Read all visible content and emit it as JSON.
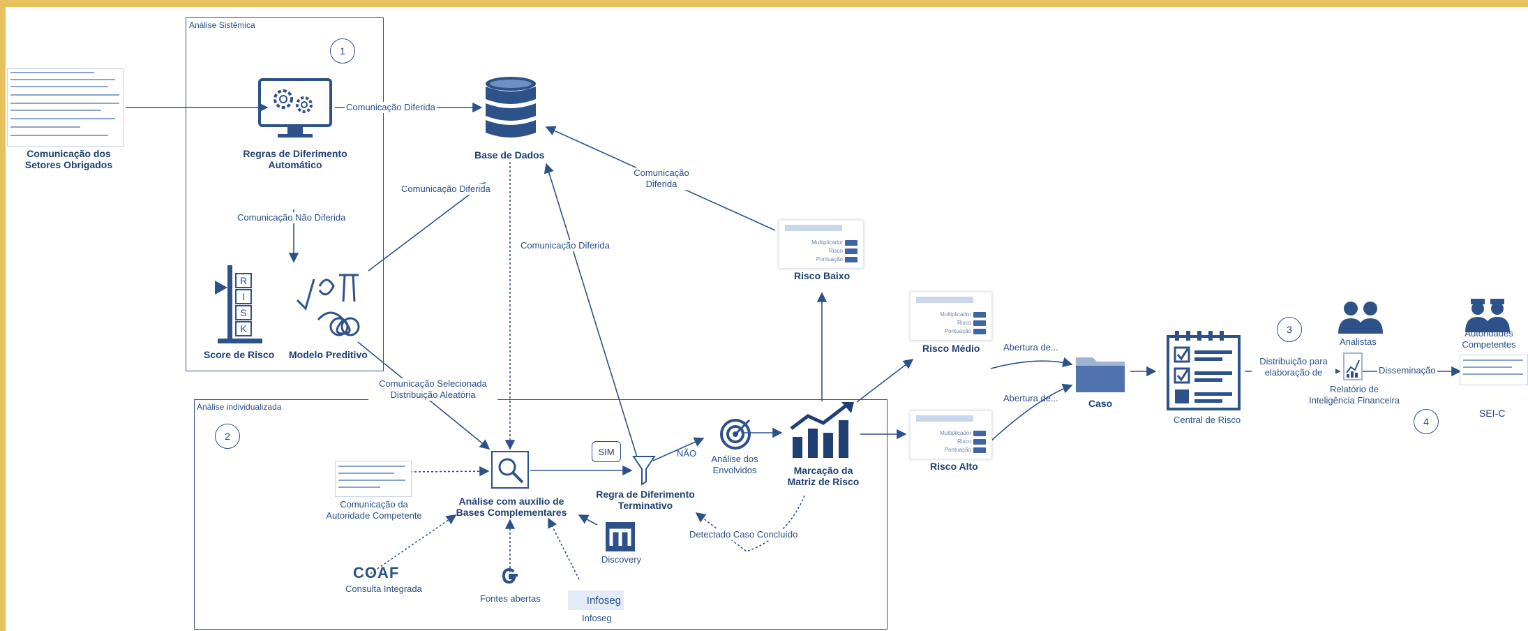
{
  "diagram": {
    "sections": {
      "sistemica_title": "Análise Sistêmica",
      "individualizada_title": "Análise individualizada"
    },
    "steps": [
      "1",
      "2",
      "3",
      "4"
    ],
    "nodes": {
      "comunicacao_setores": [
        "Comunicação dos",
        "Setores Obrigados"
      ],
      "regras_automatico": [
        "Regras de Diferimento",
        "Automático"
      ],
      "base_dados": "Base de Dados",
      "score_risco": "Score de Risco",
      "modelo_preditivo": "Modelo Preditivo",
      "risco_baixo": "Risco Baixo",
      "risco_medio": "Risco Médio",
      "risco_alto": "Risco Alto",
      "analise_bases": [
        "Análise com auxílio de",
        "Bases Complementares"
      ],
      "regra_terminativo": [
        "Regra de Diferimento",
        "Terminativo"
      ],
      "analise_envolvidos": [
        "Análise dos",
        "Envolvidos"
      ],
      "marcacao_matriz": [
        "Marcação da",
        "Matriz de Risco"
      ],
      "caso": "Caso",
      "central_risco": "Central de Risco",
      "analistas": "Analistas",
      "relatorio": [
        "Relatório de",
        "Inteligência Financeira"
      ],
      "autoridades": [
        "Autoridades",
        "Competentes"
      ],
      "sei_c": "SEI-C",
      "comunicacao_autoridade": [
        "Comunicação da",
        "Autoridade Competente"
      ],
      "coaf_logo": "COAF",
      "consulta_integrada": "Consulta Integrada",
      "fontes_abertas": "Fontes abertas",
      "infoseg_logo": "Infoseg",
      "infoseg": "Infoseg",
      "discovery": "Discovery",
      "sim": "SIM"
    },
    "edge_labels": {
      "com_diferida_1": "Comunicação Diferida",
      "com_diferida_2": "Comunicação Diferida",
      "com_diferida_3": "Comunicação Diferida",
      "com_diferida_4": [
        "Comunicação",
        "Diferida"
      ],
      "nao_diferida": "Comunicação Não Diferida",
      "selecionada": [
        "Comunicação Selecionada",
        "Distribuição Aleatória"
      ],
      "nao": "NÃO",
      "detectado": "Detectado Caso Concluído",
      "abertura_1": "Abertura de...",
      "abertura_2": "Abertura de...",
      "distribuicao": [
        "Distribuição para",
        "elaboração de"
      ],
      "disseminacao": "Disseminação"
    },
    "risk_card": {
      "multiplicador": "Multiplicador",
      "risco": "Risco",
      "pontuacao": "Pontuação"
    },
    "risk_letters": [
      "R",
      "I",
      "S",
      "K"
    ]
  },
  "colors": {
    "primary": "#2d5189",
    "dark": "#1f3f73",
    "border": "#e8c15e"
  }
}
